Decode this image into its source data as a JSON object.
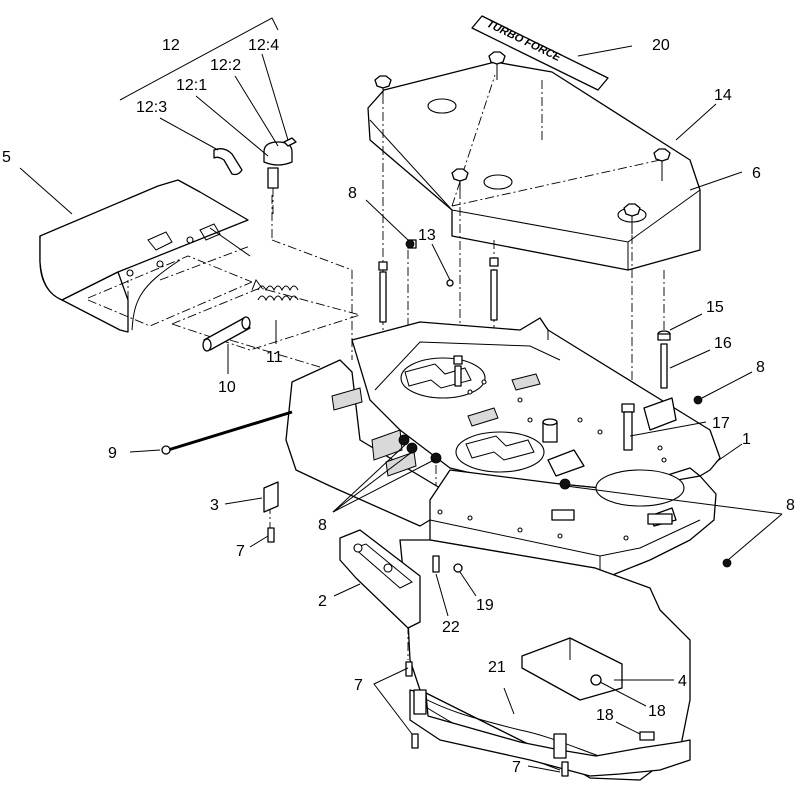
{
  "decal_text": "TURBO FORCE",
  "callouts": [
    {
      "id": "c12",
      "text": "12"
    },
    {
      "id": "c12-4",
      "text": "12:4"
    },
    {
      "id": "c12-2",
      "text": "12:2"
    },
    {
      "id": "c12-1",
      "text": "12:1"
    },
    {
      "id": "c12-3",
      "text": "12:3"
    },
    {
      "id": "c20",
      "text": "20"
    },
    {
      "id": "c14",
      "text": "14"
    },
    {
      "id": "c6",
      "text": "6"
    },
    {
      "id": "c5",
      "text": "5"
    },
    {
      "id": "c8a",
      "text": "8"
    },
    {
      "id": "c13",
      "text": "13"
    },
    {
      "id": "c15",
      "text": "15"
    },
    {
      "id": "c16",
      "text": "16"
    },
    {
      "id": "c8b",
      "text": "8"
    },
    {
      "id": "c11",
      "text": "11"
    },
    {
      "id": "c10",
      "text": "10"
    },
    {
      "id": "c17",
      "text": "17"
    },
    {
      "id": "c1",
      "text": "1"
    },
    {
      "id": "c9",
      "text": "9"
    },
    {
      "id": "c3",
      "text": "3"
    },
    {
      "id": "c8c",
      "text": "8"
    },
    {
      "id": "c8d",
      "text": "8"
    },
    {
      "id": "c7a",
      "text": "7"
    },
    {
      "id": "c2",
      "text": "2"
    },
    {
      "id": "c22",
      "text": "22"
    },
    {
      "id": "c19",
      "text": "19"
    },
    {
      "id": "c4",
      "text": "4"
    },
    {
      "id": "c7b",
      "text": "7"
    },
    {
      "id": "c21",
      "text": "21"
    },
    {
      "id": "c18a",
      "text": "18"
    },
    {
      "id": "c18b",
      "text": "18"
    },
    {
      "id": "c7c",
      "text": "7"
    }
  ]
}
